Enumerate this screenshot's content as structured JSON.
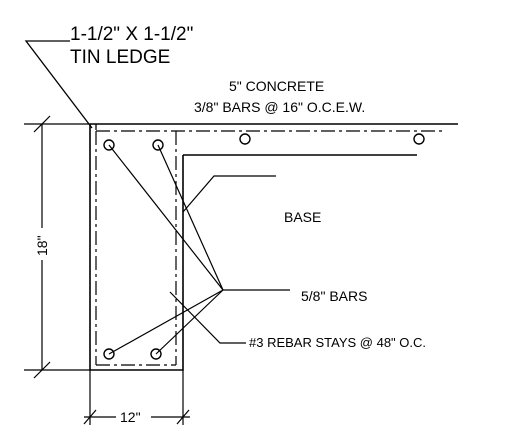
{
  "labels": {
    "ledge_size": "1-1/2\" X 1-1/2\"",
    "ledge_name": "TIN LEDGE",
    "concrete": "5\" CONCRETE",
    "slab_bars": "3/8\" BARS @ 16\" O.C.E.W.",
    "base": "BASE",
    "main_bars": "5/8\" BARS",
    "stays": "#3 REBAR STAYS @ 48\" O.C.",
    "height_dim": "18\"",
    "width_dim": "12\""
  },
  "colors": {
    "ink": "#000000",
    "background": "#ffffff"
  }
}
